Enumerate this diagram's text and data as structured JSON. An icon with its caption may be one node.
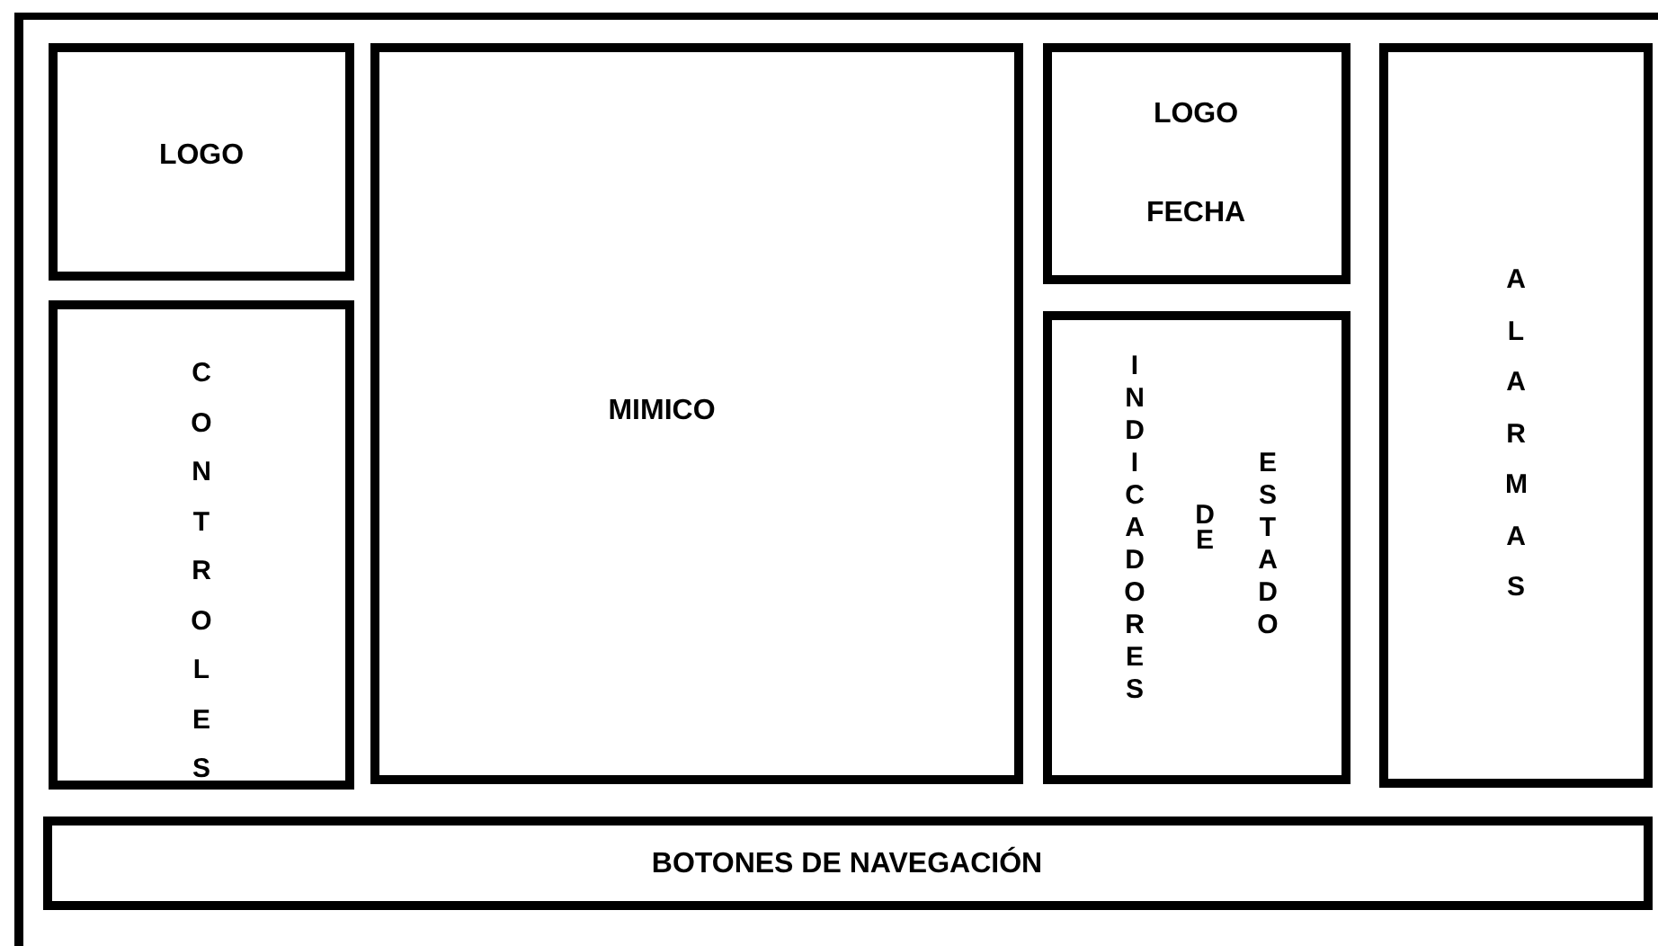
{
  "diagram": {
    "nodes": [
      {
        "text": [],
        "shape": "box"
      },
      {
        "text": [
          "LOGO"
        ],
        "in": 0
      },
      {
        "text": [
          "CONTROLES"
        ],
        "in": 0
      },
      {
        "text": [
          "MIMICO"
        ],
        "in": 0
      },
      {
        "text": [
          "LOGO",
          "FECHA"
        ],
        "in": 0
      },
      {
        "text": [
          "INDICADORES",
          "DE",
          "ESTADO"
        ],
        "in": 0
      },
      {
        "text": [
          "ALARMAS"
        ],
        "in": 0
      },
      {
        "text": [
          "BOTONES DE NAVEGACIÓN"
        ],
        "in": 0
      }
    ]
  }
}
